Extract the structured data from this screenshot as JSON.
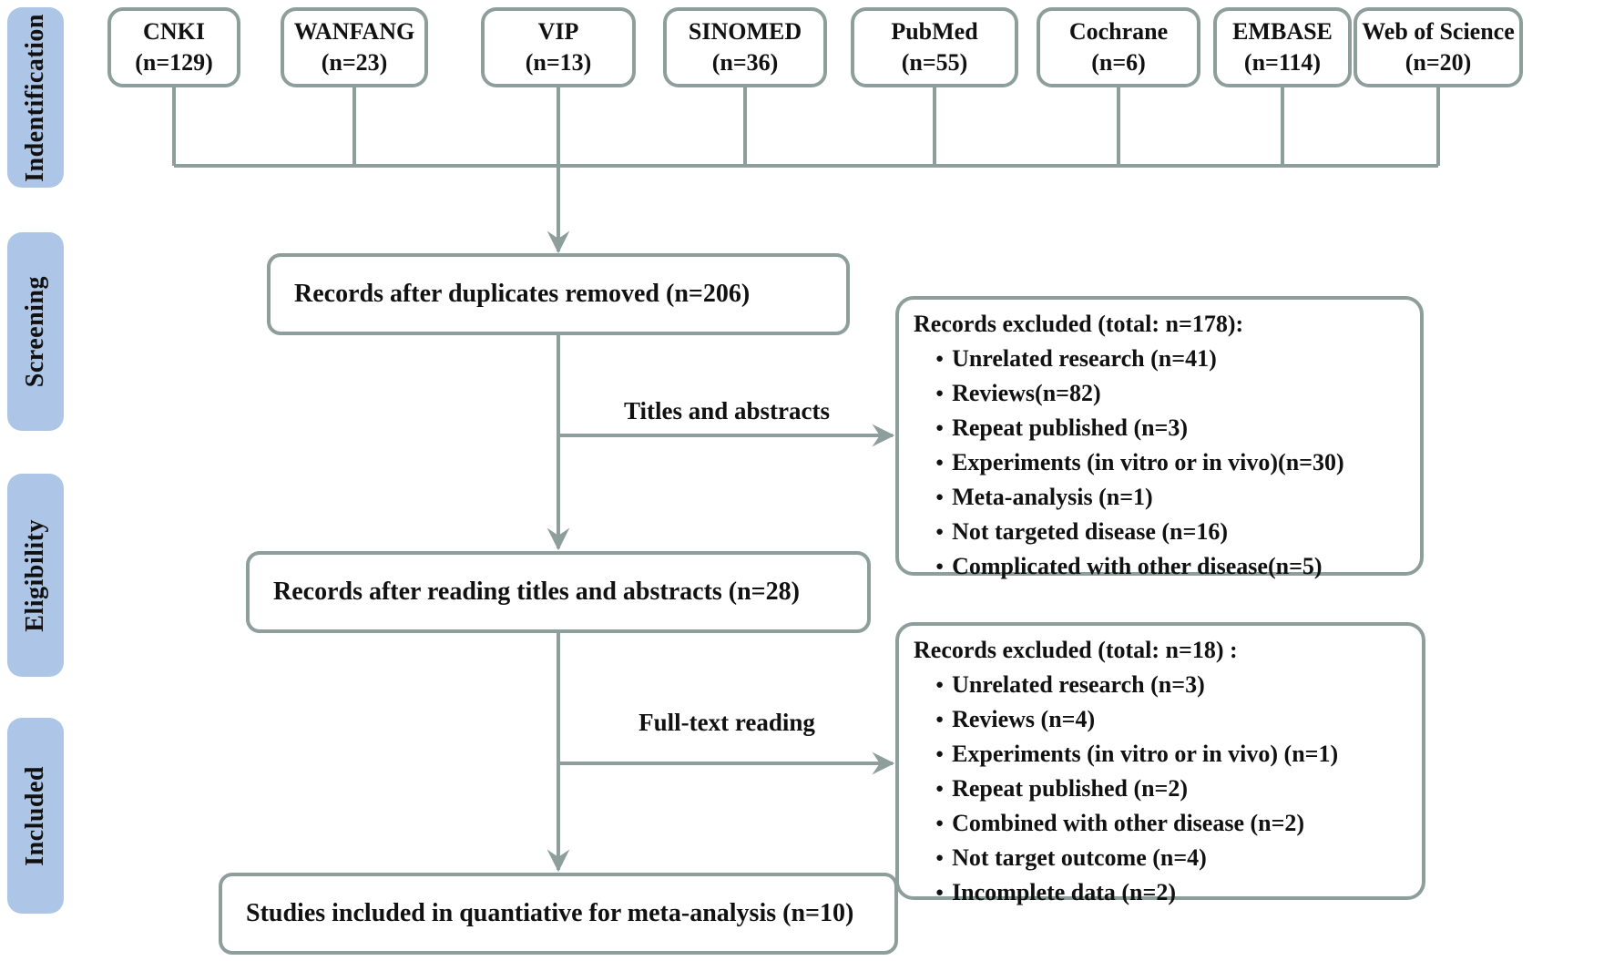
{
  "title": "Study selection flow diagram",
  "sidebar": {
    "stages": [
      {
        "label": "Indentification"
      },
      {
        "label": "Screening"
      },
      {
        "label": "Eligibility"
      },
      {
        "label": "Included"
      }
    ]
  },
  "sources": [
    {
      "name": "CNKI",
      "count": "(n=129)"
    },
    {
      "name": "WANFANG",
      "count": "(n=23)"
    },
    {
      "name": "VIP",
      "count": "(n=13)"
    },
    {
      "name": "SINOMED",
      "count": "(n=36)"
    },
    {
      "name": "PubMed",
      "count": "(n=55)"
    },
    {
      "name": "Cochrane",
      "count": "(n=6)"
    },
    {
      "name": "EMBASE",
      "count": "(n=114)"
    },
    {
      "name": "Web of Science",
      "count": "(n=20)"
    }
  ],
  "flow": {
    "duplicates_removed": "Records after duplicates removed (n=206)",
    "titles_abstracts_label": "Titles and abstracts",
    "after_reading": "Records after reading titles and abstracts (n=28)",
    "fulltext_label": "Full-text reading",
    "included": "Studies included in quantiative for meta-analysis (n=10)"
  },
  "exclusion1": {
    "title": "Records excluded (total: n=178):",
    "items": [
      "Unrelated research (n=41)",
      "Reviews(n=82)",
      "Repeat published (n=3)",
      "Experiments (in vitro or in vivo)(n=30)",
      "Meta-analysis (n=1)",
      "Not targeted disease (n=16)",
      "Complicated with other disease(n=5)"
    ]
  },
  "exclusion2": {
    "title": "Records excluded (total: n=18) :",
    "items": [
      "Unrelated research (n=3)",
      "Reviews (n=4)",
      "Experiments (in vitro or in vivo) (n=1)",
      "Repeat published (n=2)",
      "Combined with other disease (n=2)",
      "Not target outcome (n=4)",
      "Incomplete data (n=2)"
    ]
  },
  "colors": {
    "line": "#8e9e9b",
    "stage_fill": "#adc6e7",
    "text": "#111111"
  }
}
